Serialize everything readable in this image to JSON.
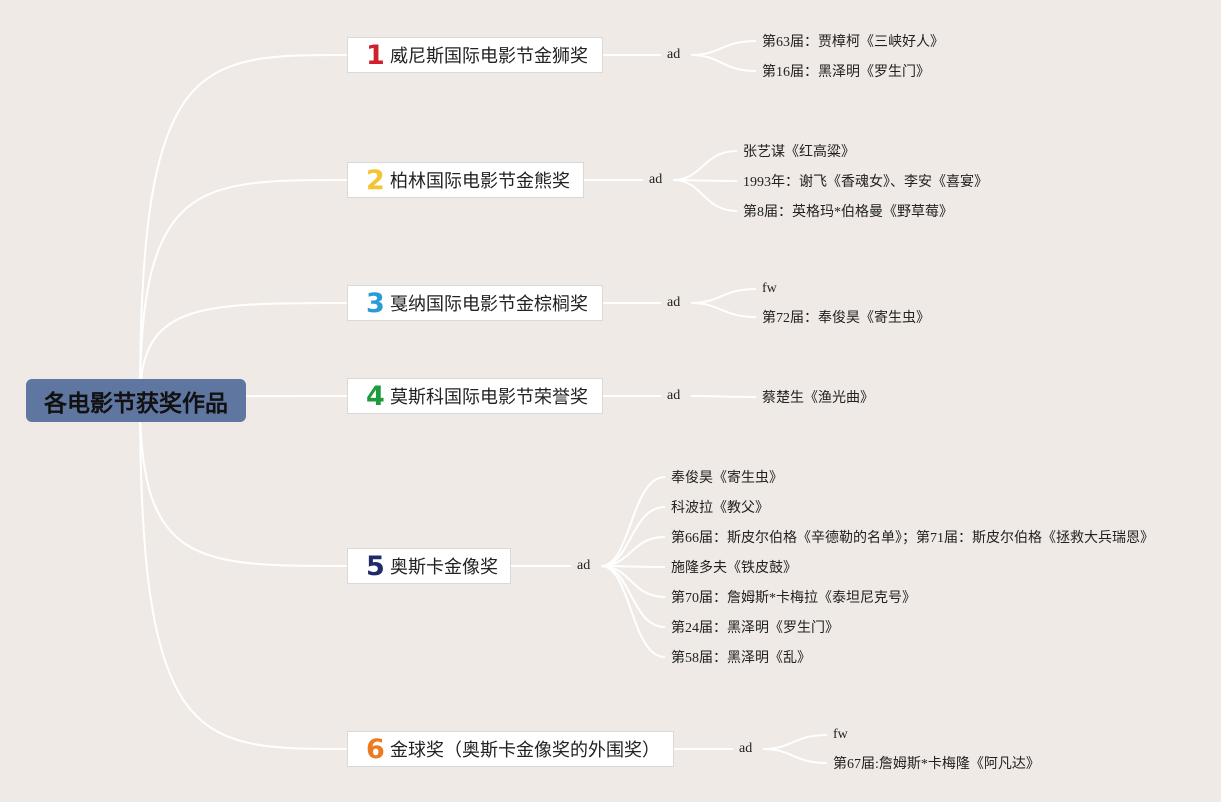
{
  "root": {
    "title": "各电影节获奖作品"
  },
  "branches": [
    {
      "number": "1",
      "color": "#d0202b",
      "label": "威尼斯国际电影节金狮奖",
      "mid": "ad",
      "leaves": [
        "第63届：贾樟柯《三峡好人》",
        "第16届：黑泽明《罗生门》"
      ]
    },
    {
      "number": "2",
      "color": "#f2c531",
      "label": "柏林国际电影节金熊奖",
      "mid": "ad",
      "leaves": [
        "张艺谋《红高粱》",
        "1993年：谢飞《香魂女》、李安《喜宴》",
        "第8届：英格玛*伯格曼《野草莓》"
      ]
    },
    {
      "number": "3",
      "color": "#2b9ad8",
      "label": "戛纳国际电影节金棕榈奖",
      "mid": "ad",
      "leaves": [
        "fw",
        "第72届：奉俊昊《寄生虫》"
      ]
    },
    {
      "number": "4",
      "color": "#1f9a3a",
      "label": "莫斯科国际电影节荣誉奖",
      "mid": "ad",
      "leaves": [
        "蔡楚生《渔光曲》"
      ]
    },
    {
      "number": "5",
      "color": "#1f2a6b",
      "label": "奥斯卡金像奖",
      "mid": "ad",
      "leaves": [
        "奉俊昊《寄生虫》",
        "科波拉《教父》",
        "第66届：斯皮尔伯格《辛德勒的名单》；第71届：斯皮尔伯格《拯救大兵瑞恩》",
        "施隆多夫《铁皮鼓》",
        "第70届：詹姆斯*卡梅拉《泰坦尼克号》",
        "第24届：黑泽明《罗生门》",
        "第58届：黑泽明《乱》"
      ]
    },
    {
      "number": "6",
      "color": "#ee7a1f",
      "label": "金球奖（奥斯卡金像奖的外围奖）",
      "mid": "ad",
      "leaves": [
        "fw",
        "第67届:詹姆斯*卡梅隆《阿凡达》"
      ]
    }
  ]
}
